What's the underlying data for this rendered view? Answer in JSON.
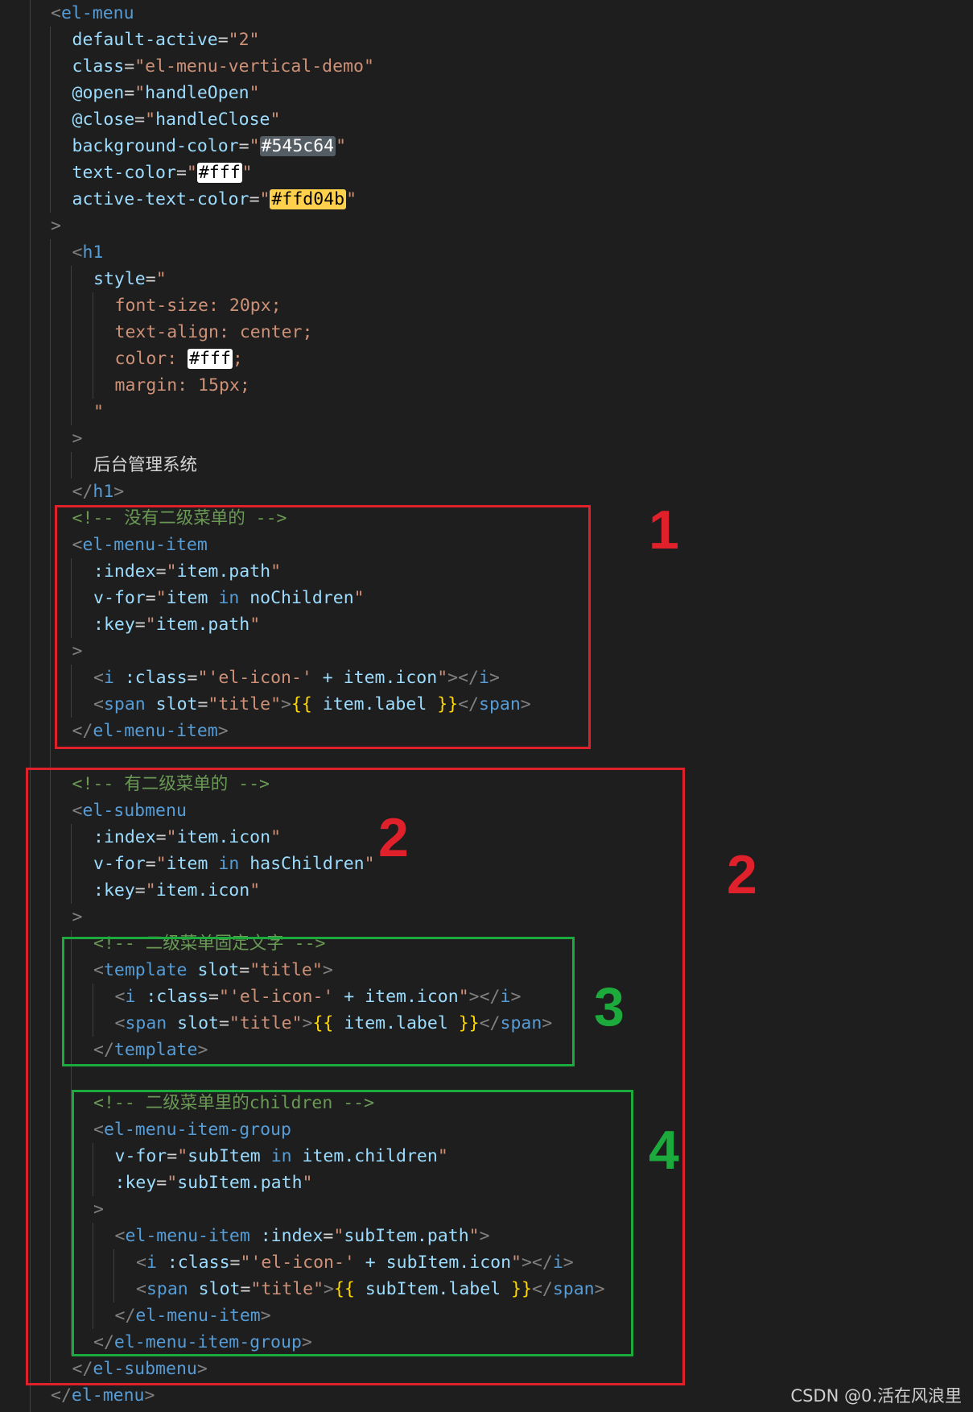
{
  "colors": {
    "background": "#1e1e1e",
    "tag": "#569cd6",
    "attribute": "#9cdcfe",
    "string": "#ce9178",
    "comment": "#6a9955",
    "bracket": "#808080",
    "red_box": "#e0202a",
    "green_box": "#1daa3c",
    "swatch_background_color": "#545c64",
    "swatch_text_color": "#fff",
    "swatch_active_text_color": "#ffd04b"
  },
  "code_lines": [
    {
      "indent": 0,
      "tokens": [
        {
          "t": "<",
          "c": "t-br"
        },
        {
          "t": "el-menu",
          "c": "t-tag"
        }
      ]
    },
    {
      "indent": 1,
      "tokens": [
        {
          "t": "default-active",
          "c": "t-attr"
        },
        {
          "t": "=",
          "c": "t-plain"
        },
        {
          "t": "\"2\"",
          "c": "t-str"
        }
      ]
    },
    {
      "indent": 1,
      "tokens": [
        {
          "t": "class",
          "c": "t-attr"
        },
        {
          "t": "=",
          "c": "t-plain"
        },
        {
          "t": "\"el-menu-vertical-demo\"",
          "c": "t-str"
        }
      ]
    },
    {
      "indent": 1,
      "tokens": [
        {
          "t": "@open",
          "c": "t-attr"
        },
        {
          "t": "=",
          "c": "t-plain"
        },
        {
          "t": "\"",
          "c": "t-str"
        },
        {
          "t": "handleOpen",
          "c": "t-attr"
        },
        {
          "t": "\"",
          "c": "t-str"
        }
      ]
    },
    {
      "indent": 1,
      "tokens": [
        {
          "t": "@close",
          "c": "t-attr"
        },
        {
          "t": "=",
          "c": "t-plain"
        },
        {
          "t": "\"",
          "c": "t-str"
        },
        {
          "t": "handleClose",
          "c": "t-attr"
        },
        {
          "t": "\"",
          "c": "t-str"
        }
      ]
    },
    {
      "indent": 1,
      "tokens": [
        {
          "t": "background-color",
          "c": "t-attr"
        },
        {
          "t": "=",
          "c": "t-plain"
        },
        {
          "t": "\"",
          "c": "t-str"
        },
        {
          "t": "#545c64",
          "c": "swatch",
          "bg": "#545c64",
          "fg": "#ffffff"
        },
        {
          "t": "\"",
          "c": "t-str"
        }
      ]
    },
    {
      "indent": 1,
      "tokens": [
        {
          "t": "text-color",
          "c": "t-attr"
        },
        {
          "t": "=",
          "c": "t-plain"
        },
        {
          "t": "\"",
          "c": "t-str"
        },
        {
          "t": "#fff",
          "c": "swatch",
          "bg": "#ffffff",
          "fg": "#000000"
        },
        {
          "t": "\"",
          "c": "t-str"
        }
      ]
    },
    {
      "indent": 1,
      "tokens": [
        {
          "t": "active-text-color",
          "c": "t-attr"
        },
        {
          "t": "=",
          "c": "t-plain"
        },
        {
          "t": "\"",
          "c": "t-str"
        },
        {
          "t": "#ffd04b",
          "c": "swatch",
          "bg": "#ffd04b",
          "fg": "#000000"
        },
        {
          "t": "\"",
          "c": "t-str"
        }
      ]
    },
    {
      "indent": 0,
      "tokens": [
        {
          "t": ">",
          "c": "t-br"
        }
      ]
    },
    {
      "indent": 1,
      "tokens": [
        {
          "t": "<",
          "c": "t-br"
        },
        {
          "t": "h1",
          "c": "t-tag"
        }
      ]
    },
    {
      "indent": 2,
      "tokens": [
        {
          "t": "style",
          "c": "t-attr"
        },
        {
          "t": "=",
          "c": "t-plain"
        },
        {
          "t": "\"",
          "c": "t-str"
        }
      ]
    },
    {
      "indent": 3,
      "tokens": [
        {
          "t": "font-size: 20px;",
          "c": "t-css"
        }
      ]
    },
    {
      "indent": 3,
      "tokens": [
        {
          "t": "text-align: center;",
          "c": "t-css"
        }
      ]
    },
    {
      "indent": 3,
      "tokens": [
        {
          "t": "color: ",
          "c": "t-css"
        },
        {
          "t": "#fff",
          "c": "swatch",
          "bg": "#ffffff",
          "fg": "#000000"
        },
        {
          "t": ";",
          "c": "t-css"
        }
      ]
    },
    {
      "indent": 3,
      "tokens": [
        {
          "t": "margin: 15px;",
          "c": "t-css"
        }
      ]
    },
    {
      "indent": 2,
      "tokens": [
        {
          "t": "\"",
          "c": "t-str"
        }
      ]
    },
    {
      "indent": 1,
      "tokens": [
        {
          "t": ">",
          "c": "t-br"
        }
      ]
    },
    {
      "indent": 2,
      "tokens": [
        {
          "t": "后台管理系统",
          "c": "t-plain"
        }
      ]
    },
    {
      "indent": 1,
      "tokens": [
        {
          "t": "</",
          "c": "t-br"
        },
        {
          "t": "h1",
          "c": "t-tag"
        },
        {
          "t": ">",
          "c": "t-br"
        }
      ]
    },
    {
      "indent": 1,
      "tokens": [
        {
          "t": "<!-- 没有二级菜单的 -->",
          "c": "t-cmt"
        }
      ]
    },
    {
      "indent": 1,
      "tokens": [
        {
          "t": "<",
          "c": "t-br"
        },
        {
          "t": "el-menu-item",
          "c": "t-tag"
        }
      ]
    },
    {
      "indent": 2,
      "tokens": [
        {
          "t": ":index",
          "c": "t-attr"
        },
        {
          "t": "=",
          "c": "t-plain"
        },
        {
          "t": "\"",
          "c": "t-str"
        },
        {
          "t": "item.path",
          "c": "t-attr"
        },
        {
          "t": "\"",
          "c": "t-str"
        }
      ]
    },
    {
      "indent": 2,
      "tokens": [
        {
          "t": "v-for",
          "c": "t-attr"
        },
        {
          "t": "=",
          "c": "t-plain"
        },
        {
          "t": "\"",
          "c": "t-str"
        },
        {
          "t": "item ",
          "c": "t-attr"
        },
        {
          "t": "in",
          "c": "t-kw"
        },
        {
          "t": " noChildren",
          "c": "t-attr"
        },
        {
          "t": "\"",
          "c": "t-str"
        }
      ]
    },
    {
      "indent": 2,
      "tokens": [
        {
          "t": ":key",
          "c": "t-attr"
        },
        {
          "t": "=",
          "c": "t-plain"
        },
        {
          "t": "\"",
          "c": "t-str"
        },
        {
          "t": "item.path",
          "c": "t-attr"
        },
        {
          "t": "\"",
          "c": "t-str"
        }
      ]
    },
    {
      "indent": 1,
      "tokens": [
        {
          "t": ">",
          "c": "t-br"
        }
      ]
    },
    {
      "indent": 2,
      "tokens": [
        {
          "t": "<",
          "c": "t-br"
        },
        {
          "t": "i",
          "c": "t-tag"
        },
        {
          "t": " :class",
          "c": "t-attr"
        },
        {
          "t": "=",
          "c": "t-plain"
        },
        {
          "t": "\"'el-icon-'",
          "c": "t-str"
        },
        {
          "t": " + item.icon",
          "c": "t-attr"
        },
        {
          "t": "\"",
          "c": "t-str"
        },
        {
          "t": "></",
          "c": "t-br"
        },
        {
          "t": "i",
          "c": "t-tag"
        },
        {
          "t": ">",
          "c": "t-br"
        }
      ]
    },
    {
      "indent": 2,
      "tokens": [
        {
          "t": "<",
          "c": "t-br"
        },
        {
          "t": "span",
          "c": "t-tag"
        },
        {
          "t": " slot",
          "c": "t-attr"
        },
        {
          "t": "=",
          "c": "t-plain"
        },
        {
          "t": "\"title\"",
          "c": "t-str"
        },
        {
          "t": ">",
          "c": "t-br"
        },
        {
          "t": "{{",
          "c": "t-curly"
        },
        {
          "t": " item.label ",
          "c": "t-attr"
        },
        {
          "t": "}}",
          "c": "t-curly"
        },
        {
          "t": "</",
          "c": "t-br"
        },
        {
          "t": "span",
          "c": "t-tag"
        },
        {
          "t": ">",
          "c": "t-br"
        }
      ]
    },
    {
      "indent": 1,
      "tokens": [
        {
          "t": "</",
          "c": "t-br"
        },
        {
          "t": "el-menu-item",
          "c": "t-tag"
        },
        {
          "t": ">",
          "c": "t-br"
        }
      ]
    },
    {
      "indent": 0,
      "tokens": []
    },
    {
      "indent": 1,
      "tokens": [
        {
          "t": "<!-- 有二级菜单的 -->",
          "c": "t-cmt"
        }
      ]
    },
    {
      "indent": 1,
      "tokens": [
        {
          "t": "<",
          "c": "t-br"
        },
        {
          "t": "el-submenu",
          "c": "t-tag"
        }
      ]
    },
    {
      "indent": 2,
      "tokens": [
        {
          "t": ":index",
          "c": "t-attr"
        },
        {
          "t": "=",
          "c": "t-plain"
        },
        {
          "t": "\"",
          "c": "t-str"
        },
        {
          "t": "item.icon",
          "c": "t-attr"
        },
        {
          "t": "\"",
          "c": "t-str"
        }
      ]
    },
    {
      "indent": 2,
      "tokens": [
        {
          "t": "v-for",
          "c": "t-attr"
        },
        {
          "t": "=",
          "c": "t-plain"
        },
        {
          "t": "\"",
          "c": "t-str"
        },
        {
          "t": "item ",
          "c": "t-attr"
        },
        {
          "t": "in",
          "c": "t-kw"
        },
        {
          "t": " hasChildren",
          "c": "t-attr"
        },
        {
          "t": "\"",
          "c": "t-str"
        }
      ]
    },
    {
      "indent": 2,
      "tokens": [
        {
          "t": ":key",
          "c": "t-attr"
        },
        {
          "t": "=",
          "c": "t-plain"
        },
        {
          "t": "\"",
          "c": "t-str"
        },
        {
          "t": "item.icon",
          "c": "t-attr"
        },
        {
          "t": "\"",
          "c": "t-str"
        }
      ]
    },
    {
      "indent": 1,
      "tokens": [
        {
          "t": ">",
          "c": "t-br"
        }
      ]
    },
    {
      "indent": 2,
      "tokens": [
        {
          "t": "<!-- 二级菜单固定文字 -->",
          "c": "t-cmt"
        }
      ]
    },
    {
      "indent": 2,
      "tokens": [
        {
          "t": "<",
          "c": "t-br"
        },
        {
          "t": "template",
          "c": "t-tag"
        },
        {
          "t": " slot",
          "c": "t-attr"
        },
        {
          "t": "=",
          "c": "t-plain"
        },
        {
          "t": "\"title\"",
          "c": "t-str"
        },
        {
          "t": ">",
          "c": "t-br"
        }
      ]
    },
    {
      "indent": 3,
      "tokens": [
        {
          "t": "<",
          "c": "t-br"
        },
        {
          "t": "i",
          "c": "t-tag"
        },
        {
          "t": " :class",
          "c": "t-attr"
        },
        {
          "t": "=",
          "c": "t-plain"
        },
        {
          "t": "\"'el-icon-'",
          "c": "t-str"
        },
        {
          "t": " + item.icon",
          "c": "t-attr"
        },
        {
          "t": "\"",
          "c": "t-str"
        },
        {
          "t": "></",
          "c": "t-br"
        },
        {
          "t": "i",
          "c": "t-tag"
        },
        {
          "t": ">",
          "c": "t-br"
        }
      ]
    },
    {
      "indent": 3,
      "tokens": [
        {
          "t": "<",
          "c": "t-br"
        },
        {
          "t": "span",
          "c": "t-tag"
        },
        {
          "t": " slot",
          "c": "t-attr"
        },
        {
          "t": "=",
          "c": "t-plain"
        },
        {
          "t": "\"title\"",
          "c": "t-str"
        },
        {
          "t": ">",
          "c": "t-br"
        },
        {
          "t": "{{",
          "c": "t-curly"
        },
        {
          "t": " item.label ",
          "c": "t-attr"
        },
        {
          "t": "}}",
          "c": "t-curly"
        },
        {
          "t": "</",
          "c": "t-br"
        },
        {
          "t": "span",
          "c": "t-tag"
        },
        {
          "t": ">",
          "c": "t-br"
        }
      ]
    },
    {
      "indent": 2,
      "tokens": [
        {
          "t": "</",
          "c": "t-br"
        },
        {
          "t": "template",
          "c": "t-tag"
        },
        {
          "t": ">",
          "c": "t-br"
        }
      ]
    },
    {
      "indent": 0,
      "tokens": []
    },
    {
      "indent": 2,
      "tokens": [
        {
          "t": "<!-- 二级菜单里的children -->",
          "c": "t-cmt"
        }
      ]
    },
    {
      "indent": 2,
      "tokens": [
        {
          "t": "<",
          "c": "t-br"
        },
        {
          "t": "el-menu-item-group",
          "c": "t-tag"
        }
      ]
    },
    {
      "indent": 3,
      "tokens": [
        {
          "t": "v-for",
          "c": "t-attr"
        },
        {
          "t": "=",
          "c": "t-plain"
        },
        {
          "t": "\"",
          "c": "t-str"
        },
        {
          "t": "subItem ",
          "c": "t-attr"
        },
        {
          "t": "in",
          "c": "t-kw"
        },
        {
          "t": " item.children",
          "c": "t-attr"
        },
        {
          "t": "\"",
          "c": "t-str"
        }
      ]
    },
    {
      "indent": 3,
      "tokens": [
        {
          "t": ":key",
          "c": "t-attr"
        },
        {
          "t": "=",
          "c": "t-plain"
        },
        {
          "t": "\"",
          "c": "t-str"
        },
        {
          "t": "subItem.path",
          "c": "t-attr"
        },
        {
          "t": "\"",
          "c": "t-str"
        }
      ]
    },
    {
      "indent": 2,
      "tokens": [
        {
          "t": ">",
          "c": "t-br"
        }
      ]
    },
    {
      "indent": 3,
      "tokens": [
        {
          "t": "<",
          "c": "t-br"
        },
        {
          "t": "el-menu-item",
          "c": "t-tag"
        },
        {
          "t": " :index",
          "c": "t-attr"
        },
        {
          "t": "=",
          "c": "t-plain"
        },
        {
          "t": "\"",
          "c": "t-str"
        },
        {
          "t": "subItem.path",
          "c": "t-attr"
        },
        {
          "t": "\"",
          "c": "t-str"
        },
        {
          "t": ">",
          "c": "t-br"
        }
      ]
    },
    {
      "indent": 4,
      "tokens": [
        {
          "t": "<",
          "c": "t-br"
        },
        {
          "t": "i",
          "c": "t-tag"
        },
        {
          "t": " :class",
          "c": "t-attr"
        },
        {
          "t": "=",
          "c": "t-plain"
        },
        {
          "t": "\"'el-icon-'",
          "c": "t-str"
        },
        {
          "t": " + subItem.icon",
          "c": "t-attr"
        },
        {
          "t": "\"",
          "c": "t-str"
        },
        {
          "t": "></",
          "c": "t-br"
        },
        {
          "t": "i",
          "c": "t-tag"
        },
        {
          "t": ">",
          "c": "t-br"
        }
      ]
    },
    {
      "indent": 4,
      "tokens": [
        {
          "t": "<",
          "c": "t-br"
        },
        {
          "t": "span",
          "c": "t-tag"
        },
        {
          "t": " slot",
          "c": "t-attr"
        },
        {
          "t": "=",
          "c": "t-plain"
        },
        {
          "t": "\"title\"",
          "c": "t-str"
        },
        {
          "t": ">",
          "c": "t-br"
        },
        {
          "t": "{{",
          "c": "t-curly"
        },
        {
          "t": " subItem.label ",
          "c": "t-attr"
        },
        {
          "t": "}}",
          "c": "t-curly"
        },
        {
          "t": "</",
          "c": "t-br"
        },
        {
          "t": "span",
          "c": "t-tag"
        },
        {
          "t": ">",
          "c": "t-br"
        }
      ]
    },
    {
      "indent": 3,
      "tokens": [
        {
          "t": "</",
          "c": "t-br"
        },
        {
          "t": "el-menu-item",
          "c": "t-tag"
        },
        {
          "t": ">",
          "c": "t-br"
        }
      ]
    },
    {
      "indent": 2,
      "tokens": [
        {
          "t": "</",
          "c": "t-br"
        },
        {
          "t": "el-menu-item-group",
          "c": "t-tag"
        },
        {
          "t": ">",
          "c": "t-br"
        }
      ]
    },
    {
      "indent": 1,
      "tokens": [
        {
          "t": "</",
          "c": "t-br"
        },
        {
          "t": "el-submenu",
          "c": "t-tag"
        },
        {
          "t": ">",
          "c": "t-br"
        }
      ]
    },
    {
      "indent": 0,
      "tokens": [
        {
          "t": "</",
          "c": "t-br"
        },
        {
          "t": "el-menu",
          "c": "t-tag"
        },
        {
          "t": ">",
          "c": "t-br"
        }
      ]
    }
  ],
  "annotations": {
    "box1_label": "1",
    "box2_inner_label": "2",
    "box2_outer_label": "2",
    "box3_label": "3",
    "box4_label": "4"
  },
  "watermark": "CSDN @0.活在风浪里"
}
